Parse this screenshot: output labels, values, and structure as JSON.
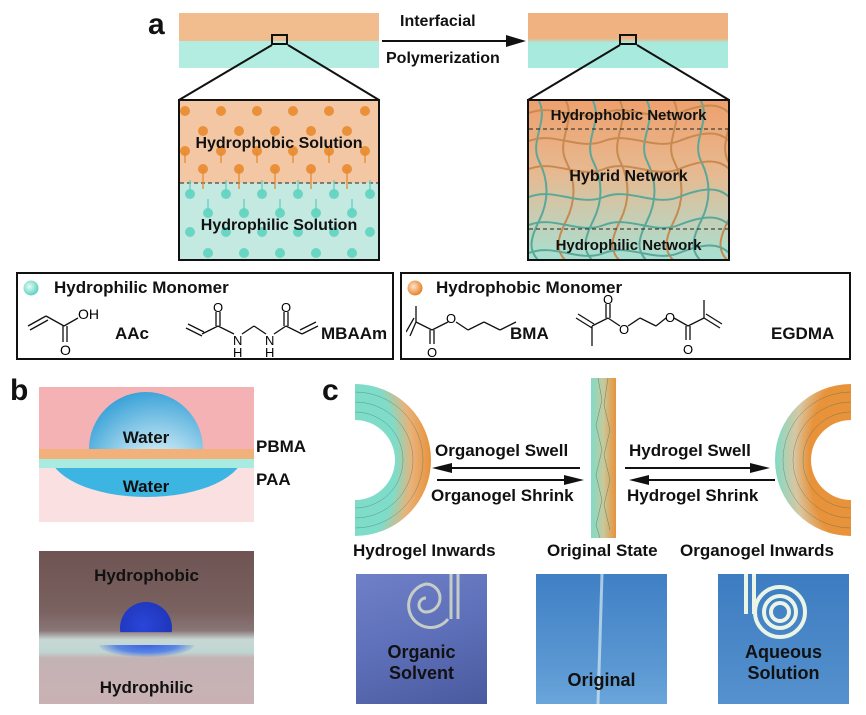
{
  "colors": {
    "hydrophobic": "#f2bd8e",
    "hydrophobic_dot": "#e88a2e",
    "hydrophilic": "#b3ece0",
    "hydrophilic_dot": "#5fd3c0",
    "pink_top": "#f4b2b4",
    "pink_bottom": "#fbe0e1",
    "water": "#3db5e3",
    "pbma_band": "#f2b07a",
    "paa_band": "#a8ebe0"
  },
  "panel_a": {
    "letter": "a",
    "arrow_label_top": "Interfacial",
    "arrow_label_bottom": "Polymerization",
    "left_zoom": {
      "top_label": "Hydrophobic Solution",
      "bottom_label": "Hydrophilic Solution"
    },
    "right_zoom": {
      "top_label": "Hydrophobic Network",
      "middle_label": "Hybrid Network",
      "bottom_label": "Hydrophilic Network"
    },
    "hydrophilic_box": {
      "title": "Hydrophilic Monomer",
      "monomers": [
        {
          "name": "AAc",
          "atoms": [
            "OH",
            "O"
          ]
        },
        {
          "name": "MBAAm",
          "atoms": [
            "O",
            "O",
            "N",
            "H",
            "N",
            "H"
          ]
        }
      ]
    },
    "hydrophobic_box": {
      "title": "Hydrophobic Monomer",
      "monomers": [
        {
          "name": "BMA",
          "atoms": [
            "O",
            "O"
          ]
        },
        {
          "name": "EGDMA",
          "atoms": [
            "O",
            "O",
            "O",
            "O"
          ]
        }
      ]
    }
  },
  "panel_b": {
    "letter": "b",
    "schematic": {
      "top_water": "Water",
      "bottom_water": "Water",
      "layer_top": "PBMA",
      "layer_bottom": "PAA"
    },
    "photo": {
      "top_label": "Hydrophobic",
      "bottom_label": "Hydrophilic"
    }
  },
  "panel_c": {
    "letter": "c",
    "left_arrows": {
      "top": "Organogel Swell",
      "bottom": "Organogel Shrink"
    },
    "right_arrows": {
      "top": "Hydrogel Swell",
      "bottom": "Hydrogel Shrink"
    },
    "states": [
      "Hydrogel Inwards",
      "Original State",
      "Organogel Inwards"
    ],
    "photos": [
      {
        "line1": "Organic",
        "line2": "Solvent"
      },
      {
        "line1": "Original",
        "line2": ""
      },
      {
        "line1": "Aqueous",
        "line2": "Solution"
      }
    ]
  }
}
